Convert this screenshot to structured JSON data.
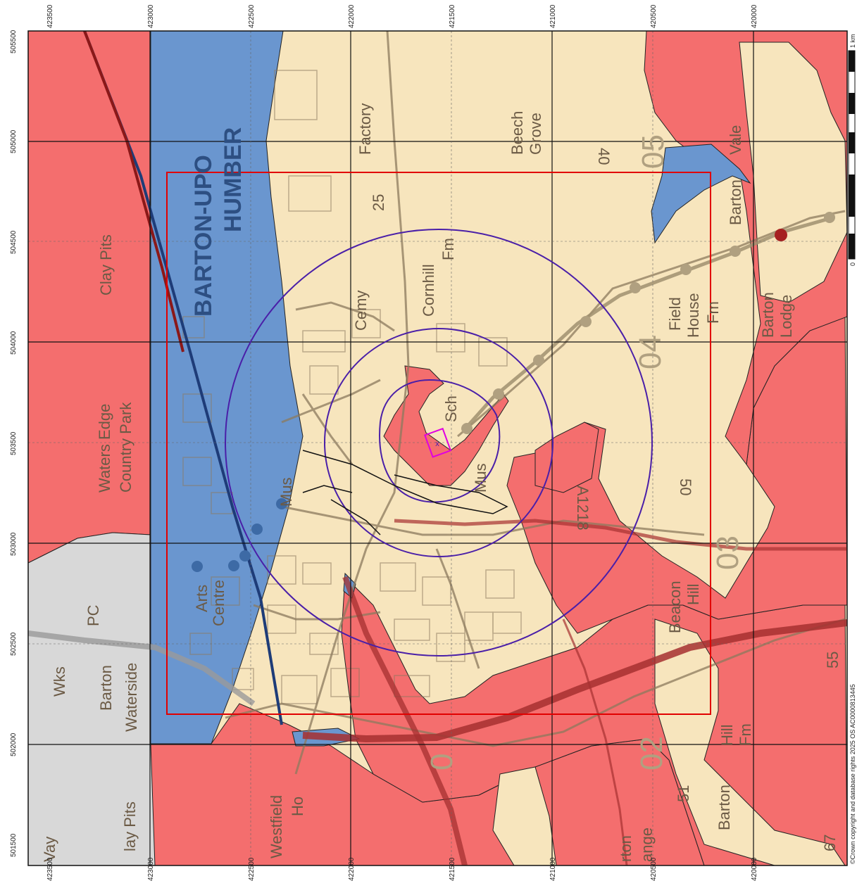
{
  "map": {
    "copyright": "©Crown copyright and database rights 2025 OS AC0000813445",
    "scale": {
      "start": "0",
      "end": "1 km"
    },
    "top_axis_labels": [
      "423500",
      "423000",
      "422500",
      "422000",
      "421500",
      "421000",
      "420500",
      "420000"
    ],
    "bottom_axis_labels": [
      "423500",
      "423000",
      "422500",
      "422000",
      "421500",
      "421000",
      "420500",
      "420000"
    ],
    "left_axis_labels": [
      "505500",
      "505000",
      "504500",
      "504000",
      "503500",
      "503000",
      "502500",
      "502000",
      "501500"
    ],
    "place_labels": {
      "barton_upon": "BARTON-UPO",
      "humber": "HUMBER",
      "clay_pits_top": "Clay Pits",
      "waters_edge": "Waters Edge",
      "country_park": "Country Park",
      "arts_centre_1": "Arts",
      "arts_centre_2": "Centre",
      "barton_waterside_1": "Barton",
      "barton_waterside_2": "Waterside",
      "wks": "Wks",
      "pc": "PC",
      "clay_pits_bottom": "lay Pits",
      "way": "Vay",
      "factory": "Factory",
      "beech": "Beech",
      "grove": "Grove",
      "cornhill": "Cornhill",
      "fm_cornhill": "Fm",
      "cemy": "Cemy",
      "sch": "Sch",
      "mus_left": "Mus",
      "mus_right": "Mus",
      "field": "Field",
      "house": "House",
      "fm_field": "Fm",
      "barton_lodge_1": "Barton",
      "barton_lodge_2": "Lodge",
      "barton_vale_1": "Barton",
      "barton_vale_2": "Vale",
      "beacon": "Beacon",
      "hill": "Hill",
      "barton_hill_fm_1": "Hill",
      "barton_hill_fm_2": "Fm",
      "barton_south": "Barton",
      "westfield": "Westfield",
      "ho": "Ho",
      "range": "ange",
      "rton": "rton",
      "road_a1218": "A1218",
      "grid_05": "05",
      "grid_04": "04",
      "grid_03": "03",
      "grid_02": "02",
      "num_25": "25",
      "num_40": "40",
      "num_50": "50",
      "num_51": "51",
      "num_55": "55",
      "num_67": "67",
      "num_0": "0"
    },
    "colors": {
      "red_zone": "#f46e6e",
      "blue_zone": "#6a96cf",
      "cream_zone": "#f7e5bd",
      "grey_zone": "#d8d8d8",
      "site_boundary": "#e10000",
      "buffer_ring": "#4a1fa8",
      "site_marker": "#e000e0"
    }
  }
}
